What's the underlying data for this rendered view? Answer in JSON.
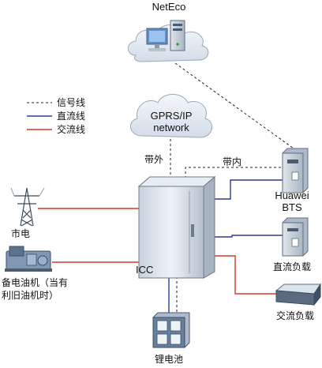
{
  "legend": {
    "signal": "信号线",
    "dc": "直流线",
    "ac": "交流线"
  },
  "nodes": {
    "neteco": "NetEco",
    "gprs_line1": "GPRS/IP",
    "gprs_line2": "network",
    "out_of_band": "带外",
    "in_band": "带内",
    "mains": "市电",
    "genset_line1": "备电油机（当有",
    "genset_line2": "利旧油机时）",
    "icc": "ICC",
    "bts_line1": "Huawei",
    "bts_line2": "BTS",
    "dc_load": "直流负载",
    "ac_load": "交流负载",
    "battery": "锂电池"
  },
  "colors": {
    "signal": "#222222",
    "dc": "#2b3a9a",
    "ac": "#d23a2a",
    "cloud": "#e6ecf4",
    "cabinet": "#dfe7f1"
  }
}
